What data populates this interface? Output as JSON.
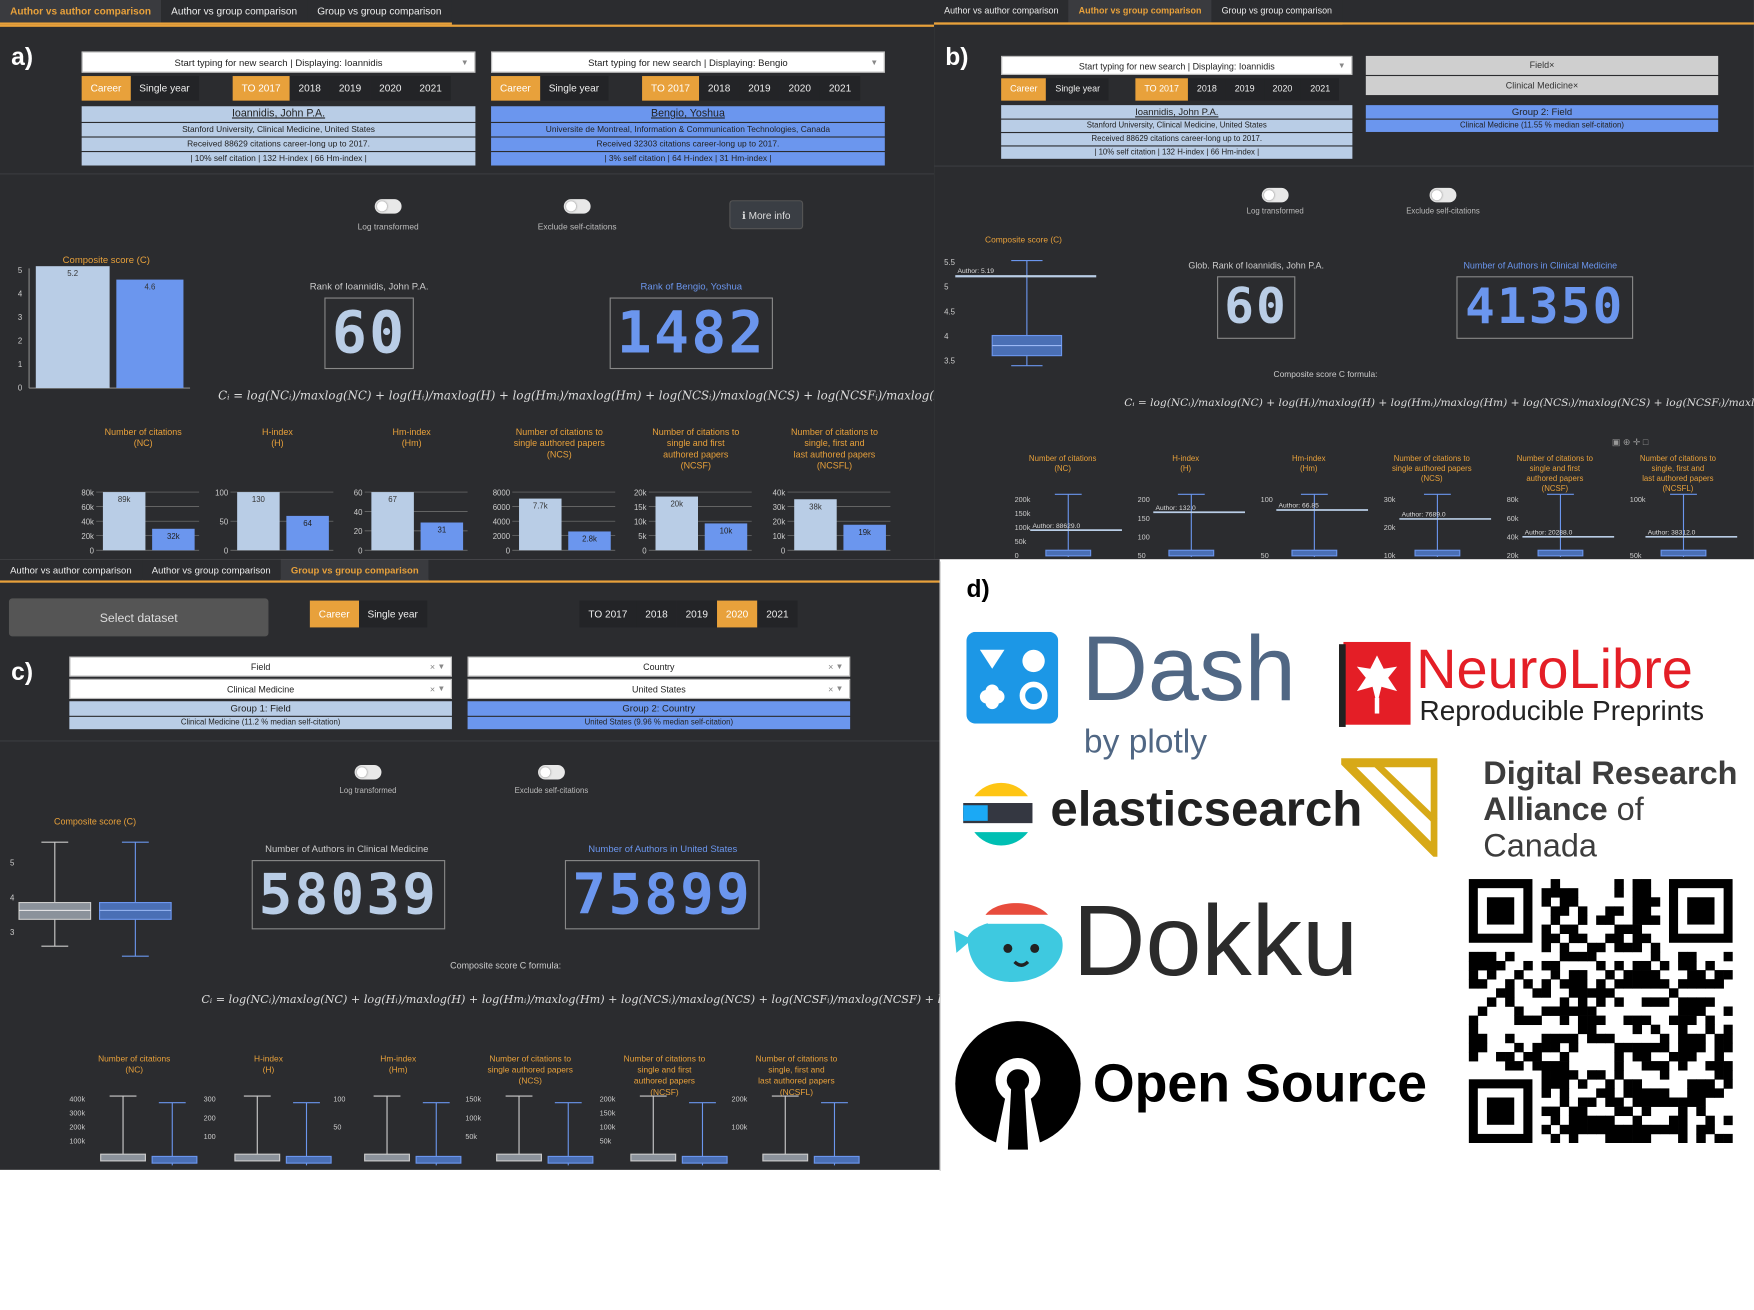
{
  "a": {
    "label": "a)",
    "tabs": [
      "Author vs author comparison",
      "Author vs group comparison",
      "Group vs group comparison"
    ],
    "search1": "Start typing for new search | Displaying: Ioannidis",
    "search2": "Start typing for new search | Displaying: Bengio",
    "mode": [
      "Career",
      "Single year"
    ],
    "years": [
      "TO 2017",
      "2018",
      "2019",
      "2020",
      "2021"
    ],
    "card1": [
      "Ioannidis, John P.A.",
      "Stanford University, Clinical Medicine, United States",
      "Received 88629 citations career-long up to 2017.",
      "| 10% self citation | 132 H-index | 66 Hm-index |"
    ],
    "card2": [
      "Bengio, Yoshua",
      "Universite de Montreal, Information & Communication Technologies, Canada",
      "Received 32303 citations career-long up to 2017.",
      "| 3% self citation | 64 H-index | 31 Hm-index |"
    ],
    "toggle1": "Log transformed",
    "toggle2": "Exclude self-citations",
    "more": "ℹ More info",
    "rank1_label": "Rank of Ioannidis, John P.A.",
    "rank1": "60",
    "rank2_label": "Rank of Bengio, Yoshua",
    "rank2": "1482",
    "composite_title": "Composite score (C)",
    "comp_vals": [
      "5.2",
      "4.6"
    ],
    "formula": "Cᵢ = log(NCᵢ)/maxlog(NC) + log(Hᵢ)/maxlog(H) + log(Hmᵢ)/maxlog(Hm) + log(NCSᵢ)/maxlog(NCS) + log(NCSFᵢ)/maxlog(NCSF) + log(NCSFLᵢ)/maxlog(NCSFL)",
    "metrics": [
      {
        "t1": "Number of citations",
        "t2": "(NC)",
        "t3": "",
        "t4": "",
        "ticks": [
          "80k",
          "60k",
          "40k",
          "20k",
          "0"
        ],
        "vals": [
          "89k",
          "32k"
        ]
      },
      {
        "t1": "H-index",
        "t2": "(H)",
        "t3": "",
        "t4": "",
        "ticks": [
          "100",
          "50",
          "0"
        ],
        "vals": [
          "130",
          "64"
        ]
      },
      {
        "t1": "Hm-index",
        "t2": "(Hm)",
        "t3": "",
        "t4": "",
        "ticks": [
          "60",
          "40",
          "20",
          "0"
        ],
        "vals": [
          "67",
          "31"
        ]
      },
      {
        "t1": "Number of citations to",
        "t2": "single authored papers",
        "t3": "(NCS)",
        "t4": "",
        "ticks": [
          "8000",
          "6000",
          "4000",
          "2000",
          "0"
        ],
        "vals": [
          "7.7k",
          "2.8k"
        ]
      },
      {
        "t1": "Number of citations to",
        "t2": "single and first",
        "t3": "authored papers",
        "t4": "(NCSF)",
        "ticks": [
          "20k",
          "15k",
          "10k",
          "5k",
          "0"
        ],
        "vals": [
          "20k",
          "10k"
        ]
      },
      {
        "t1": "Number of citations to",
        "t2": "single, first and",
        "t3": "last authored papers",
        "t4": "(NCSFL)",
        "ticks": [
          "40k",
          "30k",
          "20k",
          "10k",
          "0"
        ],
        "vals": [
          "38k",
          "19k"
        ]
      }
    ]
  },
  "b": {
    "label": "b)",
    "search1": "Start typing for new search | Displaying: Ioannidis",
    "field": "Field",
    "field_val": "Clinical Medicine",
    "card1": [
      "Ioannidis, John P.A.",
      "Stanford University, Clinical Medicine, United States",
      "Received 88629 citations career-long up to 2017.",
      "| 10% self citation | 132 H-index | 66 Hm-index |"
    ],
    "group2": "Group 2: Field",
    "group2_sub": "Clinical Medicine (11.55 % median self-citation)",
    "rank_label": "Glob. Rank of Ioannidis, John P.A.",
    "rank": "60",
    "n_label": "Number of Authors in Clinical Medicine",
    "n": "41350",
    "formula_title": "Composite score C formula:",
    "author_note": "Author: 5.19",
    "metric_notes": [
      "Author: 88629.0",
      "Author: 132.0",
      "Author: 66.85",
      "Author: 7689.0",
      "Author: 20288.0",
      "Author: 38312.0"
    ],
    "ticks": [
      [
        "200k",
        "150k",
        "100k",
        "50k",
        "0"
      ],
      [
        "200",
        "150",
        "100",
        "50"
      ],
      [
        "100",
        "50"
      ],
      [
        "30k",
        "20k",
        "10k"
      ],
      [
        "80k",
        "60k",
        "40k",
        "20k"
      ],
      [
        "100k",
        "50k"
      ]
    ],
    "comp_ticks": [
      "5.5",
      "5",
      "4.5",
      "4",
      "3.5"
    ],
    "metrics": [
      [
        "Number of citations",
        "(NC)",
        "",
        ""
      ],
      [
        "H-index",
        "(H)",
        "",
        ""
      ],
      [
        "Hm-index",
        "(Hm)",
        "",
        ""
      ],
      [
        "Number of citations to",
        "single authored papers",
        "(NCS)",
        ""
      ],
      [
        "Number of citations to",
        "single and first",
        "authored papers",
        "(NCSF)"
      ],
      [
        "Number of citations to",
        "single, first and",
        "last authored papers",
        "(NCSFL)"
      ]
    ]
  },
  "c": {
    "label": "c)",
    "select": "Select dataset",
    "field": "Field",
    "field_val": "Clinical Medicine",
    "country": "Country",
    "country_val": "United States",
    "group1": "Group 1: Field",
    "group1_sub": "Clinical Medicine (11.2 % median self-citation)",
    "group2": "Group 2: Country",
    "group2_sub": "United States (9.96 % median self-citation)",
    "n1_label": "Number of Authors in Clinical Medicine",
    "n1": "58039",
    "n2_label": "Number of Authors in United States",
    "n2": "75899",
    "ticks": [
      [
        "400k",
        "300k",
        "200k",
        "100k"
      ],
      [
        "300",
        "200",
        "100"
      ],
      [
        "100",
        "50"
      ],
      [
        "150k",
        "100k",
        "50k"
      ],
      [
        "200k",
        "150k",
        "100k",
        "50k"
      ],
      [
        "200k",
        "100k"
      ]
    ],
    "comp_ticks": [
      "5",
      "4",
      "3"
    ]
  },
  "d": {
    "label": "d)",
    "dash": "Dash",
    "byplotly": "by plotly",
    "neurolibre": "NeuroLibre",
    "neurolibre_sub": "Reproducible Preprints",
    "elastic": "elasticsearch",
    "drac1": "Digital Research",
    "drac2a": "Alliance",
    "drac2b": " of Canada",
    "dokku": "Dokku",
    "opensource": "Open Source"
  },
  "colors": {
    "orange": "#e8a13b",
    "light": "#b9cde6",
    "blue": "#6b96ee",
    "bg": "#2b2c2f"
  }
}
